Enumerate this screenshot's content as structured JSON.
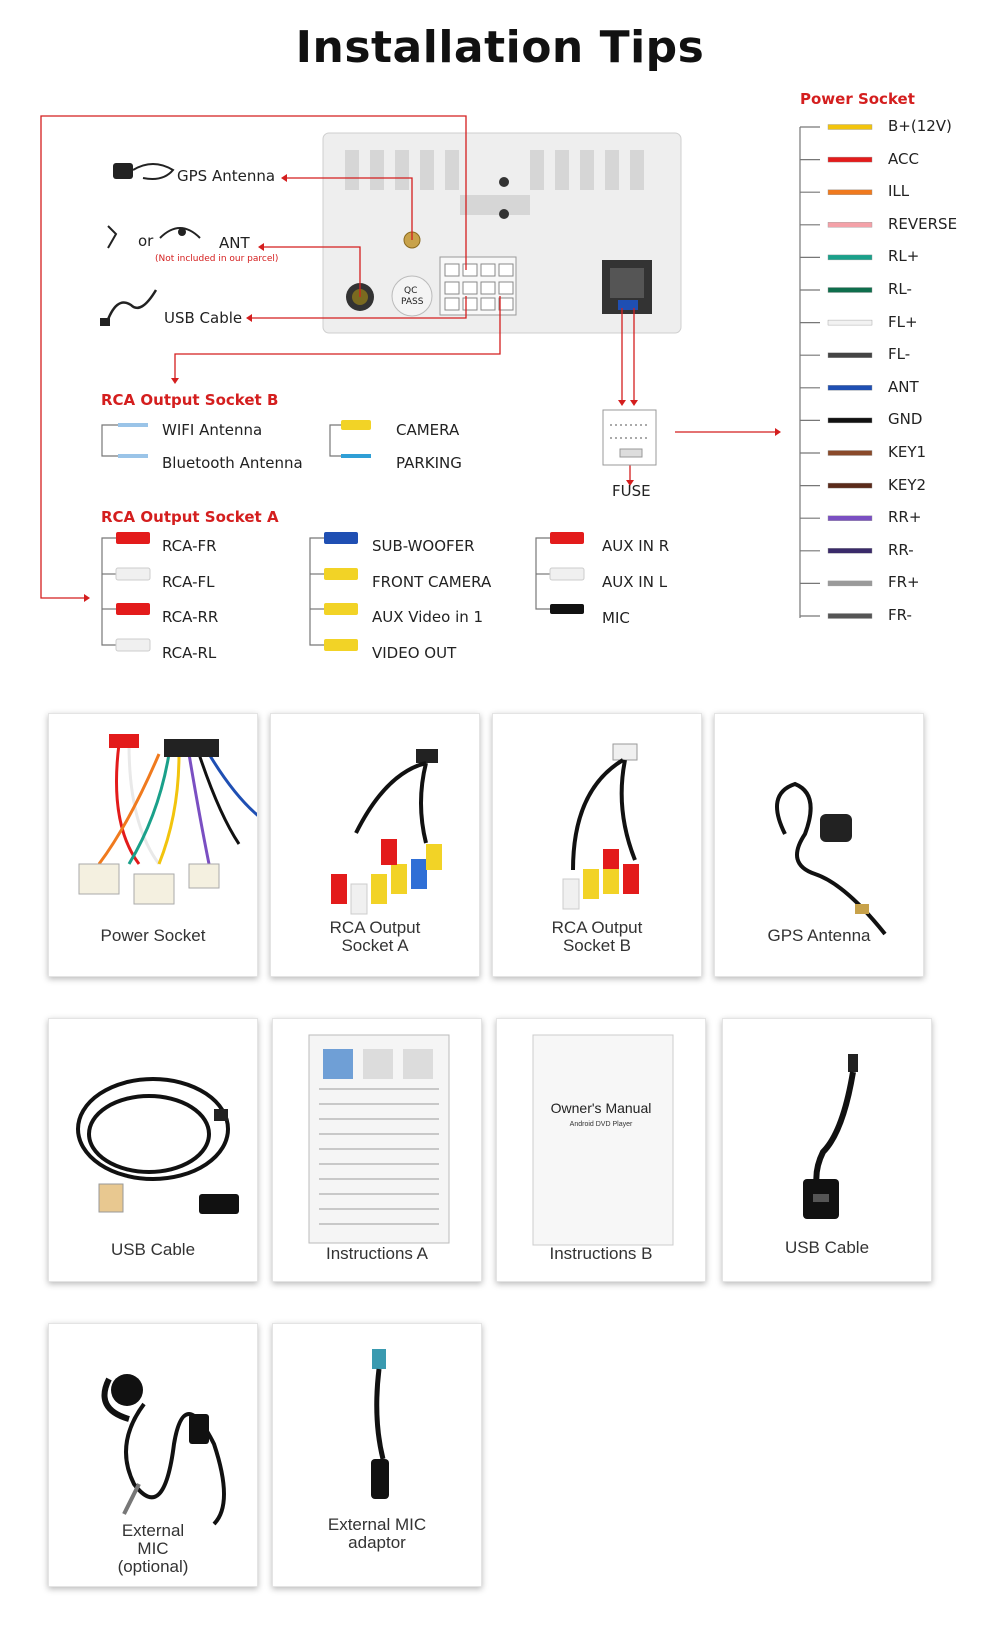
{
  "title": "Installation Tips",
  "left_labels": {
    "gps": "GPS Antenna",
    "or": "or",
    "ant": "ANT",
    "not_included": "(Not included in our parcel)",
    "usb": "USB Cable",
    "qc": "QC",
    "pass": "PASS"
  },
  "rca_b": {
    "heading": "RCA Output Socket B",
    "items": [
      "WIFI Antenna",
      "Bluetooth Antenna",
      "CAMERA",
      "PARKING"
    ]
  },
  "fuse": "FUSE",
  "rca_a": {
    "heading": "RCA Output Socket A",
    "col1": [
      "RCA-FR",
      "RCA-FL",
      "RCA-RR",
      "RCA-RL"
    ],
    "col2": [
      "SUB-WOOFER",
      "FRONT  CAMERA",
      "AUX Video in 1",
      "VIDEO OUT"
    ],
    "col3": [
      "AUX IN R",
      "AUX IN L",
      "MIC"
    ]
  },
  "power_socket": {
    "heading": "Power Socket",
    "wires": [
      {
        "label": "B+(12V)",
        "color": "#f2c40d"
      },
      {
        "label": "ACC",
        "color": "#e31b1b"
      },
      {
        "label": "ILL",
        "color": "#f07a1e"
      },
      {
        "label": "REVERSE",
        "color": "#f4a1a8"
      },
      {
        "label": "RL+",
        "color": "#1aa08a"
      },
      {
        "label": "RL-",
        "color": "#0f6e4c"
      },
      {
        "label": "FL+",
        "color": "#f2f2f2"
      },
      {
        "label": "FL-",
        "color": "#444444"
      },
      {
        "label": "ANT",
        "color": "#1f4fb3"
      },
      {
        "label": "GND",
        "color": "#111111"
      },
      {
        "label": "KEY1",
        "color": "#8a4a2a"
      },
      {
        "label": "KEY2",
        "color": "#5a2a1a"
      },
      {
        "label": "RR+",
        "color": "#7a4fc2"
      },
      {
        "label": "RR-",
        "color": "#3a2a6a"
      },
      {
        "label": "FR+",
        "color": "#9a9a9a"
      },
      {
        "label": "FR-",
        "color": "#555555"
      }
    ]
  },
  "accessories": [
    {
      "caption": "Power Socket"
    },
    {
      "caption": "RCA Output\nSocket A"
    },
    {
      "caption": "RCA Output\nSocket B"
    },
    {
      "caption": "GPS Antenna"
    },
    {
      "caption": "USB Cable"
    },
    {
      "caption": "Instructions A"
    },
    {
      "caption": "Instructions B",
      "manual_title": "Owner's Manual",
      "manual_sub": "Android DVD Player"
    },
    {
      "caption": "USB Cable"
    },
    {
      "caption": "External\nMIC",
      "caption_note": "(optional)"
    },
    {
      "caption": "External MIC\nadaptor"
    }
  ]
}
